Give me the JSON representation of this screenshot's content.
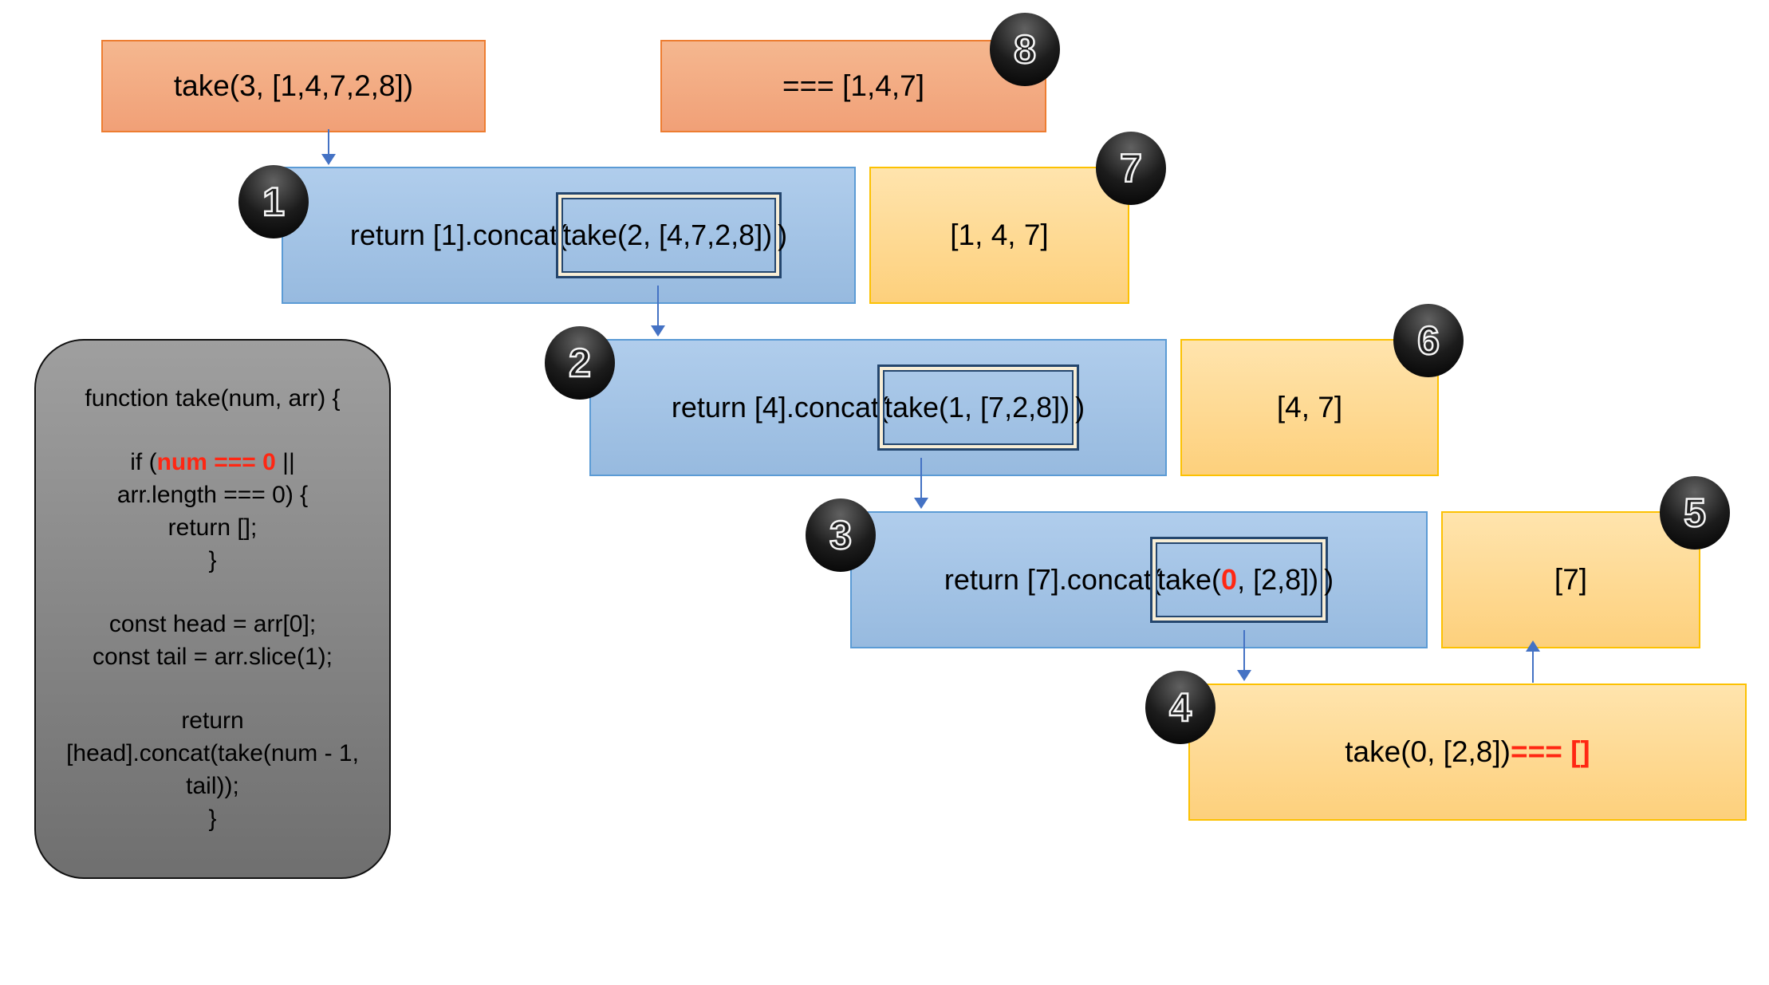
{
  "colors": {
    "background": "#ffffff",
    "text": "#000000",
    "orange_fill_top": "#f5b78f",
    "orange_fill_bottom": "#f1a077",
    "orange_border": "#ed7d31",
    "blue_fill_top": "#b0cdec",
    "blue_fill_bottom": "#97badf",
    "blue_border": "#5b9bd5",
    "yellow_fill_top": "#ffe4ad",
    "yellow_fill_bottom": "#fdd07c",
    "yellow_border": "#fcc102",
    "gray_fill_top": "#9f9f9f",
    "gray_fill_bottom": "#6f6f6f",
    "gray_border": "#111111",
    "frame_border": "#24466e",
    "frame_ring": "#f8eed6",
    "arrow": "#4472c4",
    "red": "#ff2713",
    "badge_text": "#1f1f1f",
    "badge_stroke": "#f5f5f5"
  },
  "boxes": {
    "initial_call": {
      "text": "take(3, [1,4,7,2,8])"
    },
    "final_result": {
      "badge": "8",
      "text": "=== [1,4,7]"
    },
    "frame1": {
      "badge": "1",
      "prefix": "return [1].concat(",
      "call": "take(2, [4,7,2,8])",
      "suffix": ")"
    },
    "frame2": {
      "badge": "2",
      "prefix": "return [4].concat(",
      "call": "take(1, [7,2,8])",
      "suffix": ")"
    },
    "frame3": {
      "badge": "3",
      "prefix": "return [7].concat(",
      "call_pre": "take(",
      "call_red": "0",
      "call_post": ", [2,8])",
      "suffix": ")"
    },
    "result_outer": {
      "badge": "7",
      "text": "[1, 4, 7]"
    },
    "result_middle": {
      "badge": "6",
      "text": "[4, 7]"
    },
    "result_inner": {
      "badge": "5",
      "text": "[7]"
    },
    "base_case": {
      "badge": "4",
      "text": "take(0, [2,8]) ",
      "text_red": "=== []"
    }
  },
  "code_panel": {
    "line1": "function take(num, arr) {",
    "if_pre": "if (",
    "if_red": "num === 0",
    "if_post": " ||",
    "line3": "arr.length === 0) {",
    "line4": "return [];",
    "line5": "}",
    "line6": "const head = arr[0];",
    "line7": "const tail = arr.slice(1);",
    "line8": "return",
    "line9": "[head].concat(take(num - 1,",
    "line10": "tail));",
    "line11": "}"
  }
}
